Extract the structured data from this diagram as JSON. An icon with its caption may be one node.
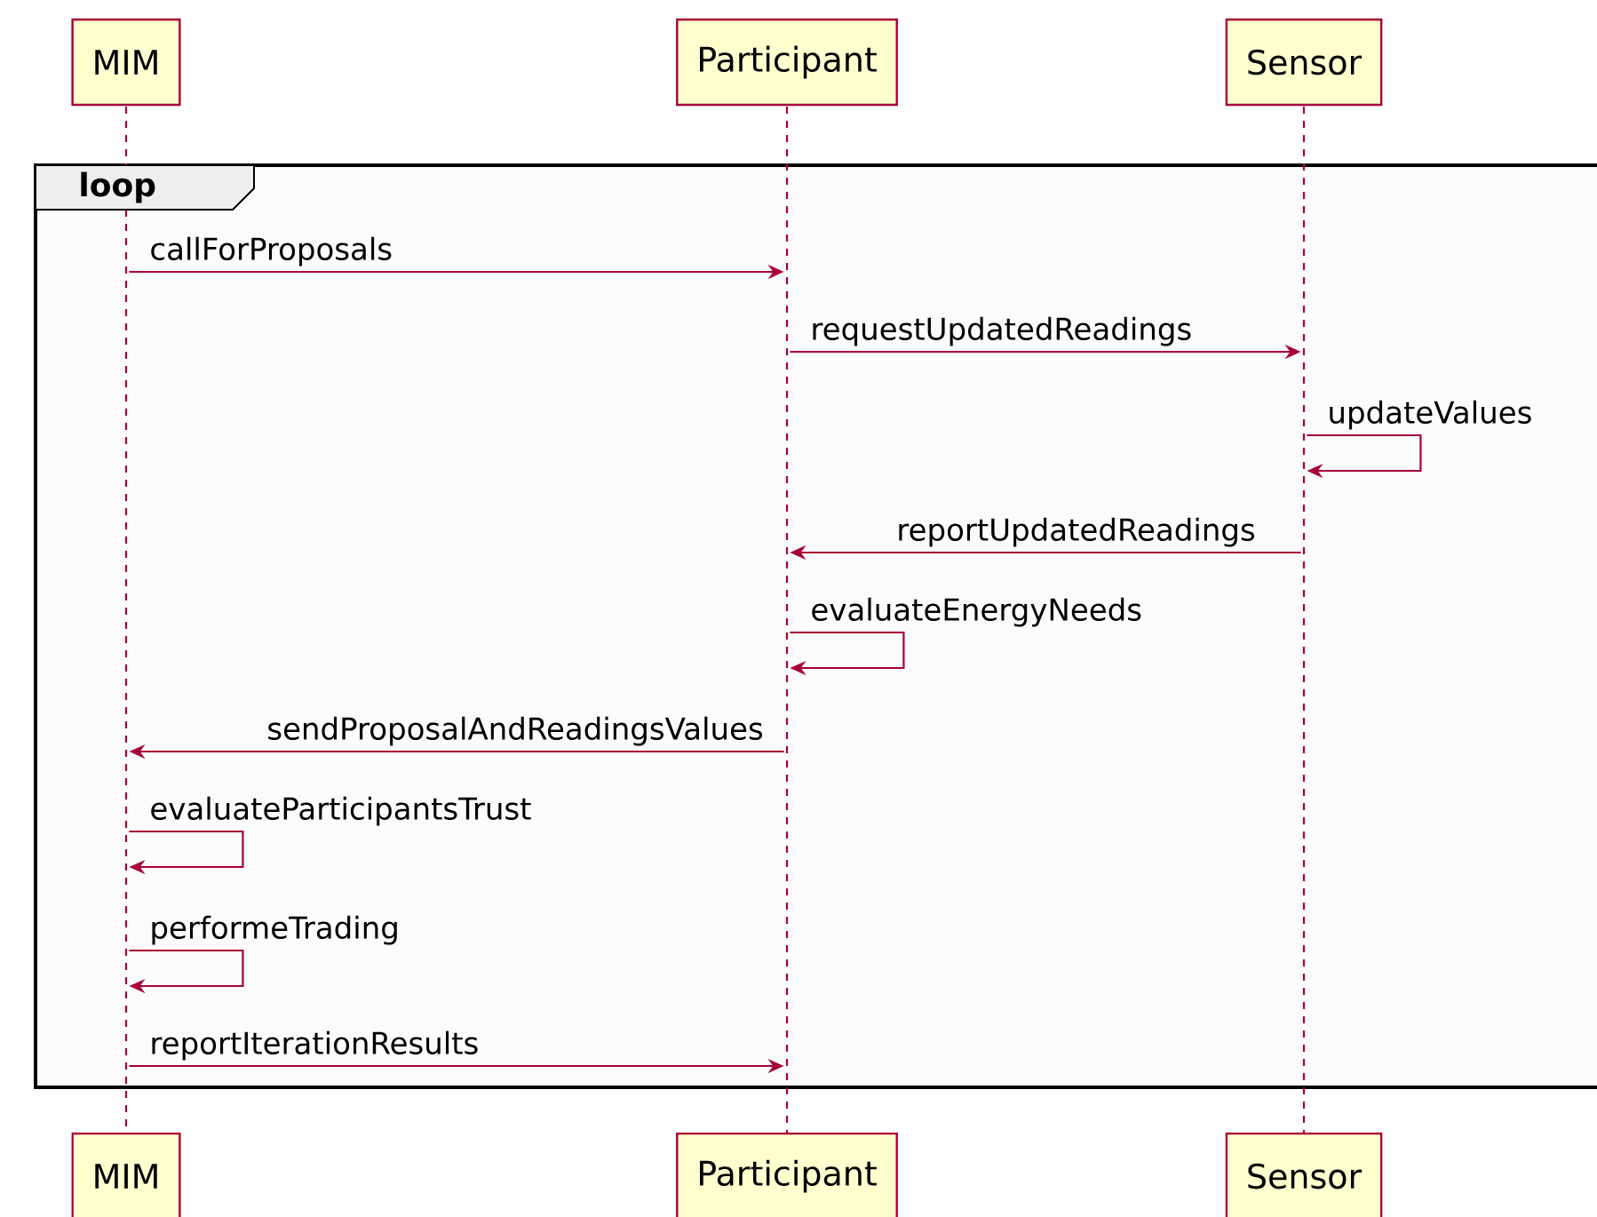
{
  "diagram": {
    "nodes": [
      {
        "text": [
          "MIM"
        ]
      },
      {
        "text": [
          "Participant"
        ]
      },
      {
        "text": [
          "Sensor"
        ]
      },
      {
        "text": [
          "MIM"
        ]
      },
      {
        "text": [
          "Participant"
        ]
      },
      {
        "text": [
          "Sensor"
        ]
      },
      {
        "text": [],
        "shape": "line"
      },
      {
        "text": [],
        "shape": "line"
      },
      {
        "text": [],
        "shape": "line"
      }
    ],
    "edges": [
      {
        "from": 6,
        "to": 7,
        "arrow": "to",
        "label": "callForProposals"
      },
      {
        "from": 7,
        "to": 8,
        "arrow": "to",
        "label": "requestUpdatedReadings"
      },
      {
        "from": 8,
        "to": 8,
        "arrow": "to",
        "label": "updateValues"
      },
      {
        "from": 8,
        "to": 7,
        "arrow": "to",
        "label": "reportUpdatedReadings"
      },
      {
        "from": 7,
        "to": 7,
        "arrow": "to",
        "label": "evaluateEnergyNeeds"
      },
      {
        "from": 7,
        "to": 6,
        "arrow": "to",
        "label": "sendProposalAndReadingsValues"
      },
      {
        "from": 6,
        "to": 6,
        "arrow": "to",
        "label": "evaluateParticipantsTrust"
      },
      {
        "from": 6,
        "to": 6,
        "arrow": "to",
        "label": "performeTrading"
      },
      {
        "from": 6,
        "to": 7,
        "arrow": "to",
        "label": "reportIterationResults"
      }
    ],
    "labels": [
      "loop"
    ]
  }
}
